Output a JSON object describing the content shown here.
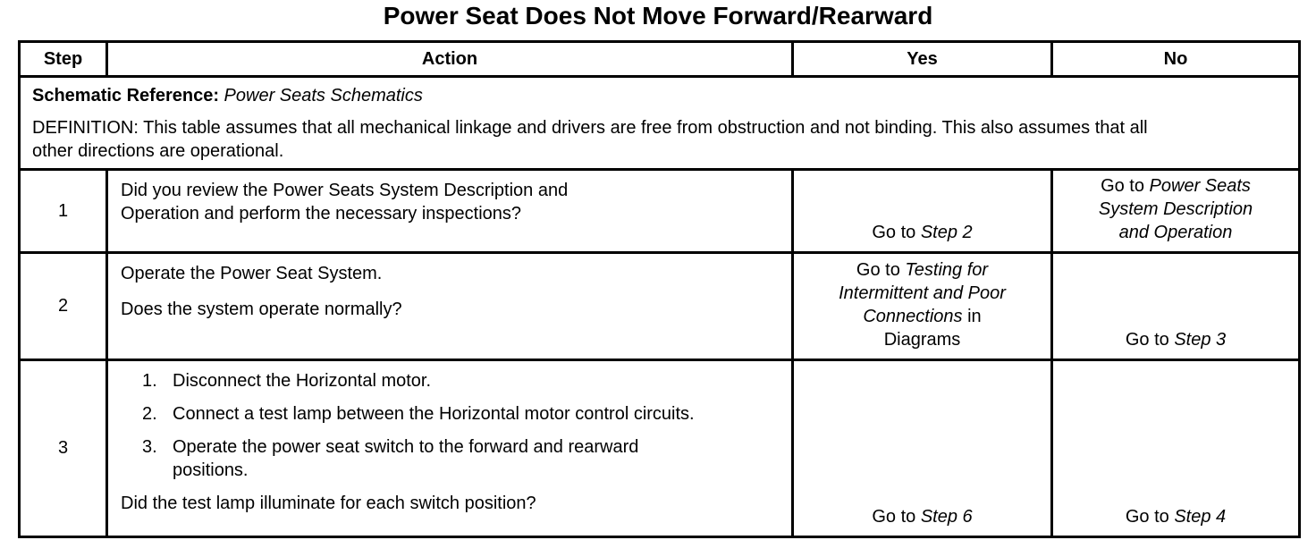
{
  "title": "Power Seat Does Not Move Forward/Rearward",
  "header": {
    "step": "Step",
    "action": "Action",
    "yes": "Yes",
    "no": "No"
  },
  "info": {
    "schematic_label": "Schematic Reference:",
    "schematic_value": "Power Seats Schematics",
    "definition": "DEFINITION: This table assumes that all mechanical linkage and drivers are free from obstruction and not binding. This also assumes that all other directions are operational."
  },
  "rows": [
    {
      "step": "1",
      "action": "Did you review the Power Seats System Description and Operation and perform the necessary inspections?",
      "yes": {
        "pre": "Go to ",
        "italic": "Step 2",
        "post": ""
      },
      "no": {
        "pre": "Go to ",
        "italic": "Power Seats System Description and Operation",
        "post": ""
      }
    },
    {
      "step": "2",
      "action_line1": "Operate the Power Seat System.",
      "action_line2": "Does the system operate normally?",
      "yes": {
        "pre": "Go to ",
        "italic": "Testing for Intermittent and Poor Connections",
        "post": " in Diagrams"
      },
      "no": {
        "pre": "Go to ",
        "italic": "Step 3",
        "post": ""
      }
    },
    {
      "step": "3",
      "items": [
        {
          "num": "1.",
          "text": "Disconnect the Horizontal motor."
        },
        {
          "num": "2.",
          "text": "Connect a test lamp between the Horizontal motor control circuits."
        },
        {
          "num": "3.",
          "text": "Operate the power seat switch to the forward and rearward positions."
        }
      ],
      "question": "Did the test lamp illuminate for each switch position?",
      "yes": {
        "pre": "Go to ",
        "italic": "Step 6",
        "post": ""
      },
      "no": {
        "pre": "Go to ",
        "italic": "Step 4",
        "post": ""
      }
    }
  ]
}
